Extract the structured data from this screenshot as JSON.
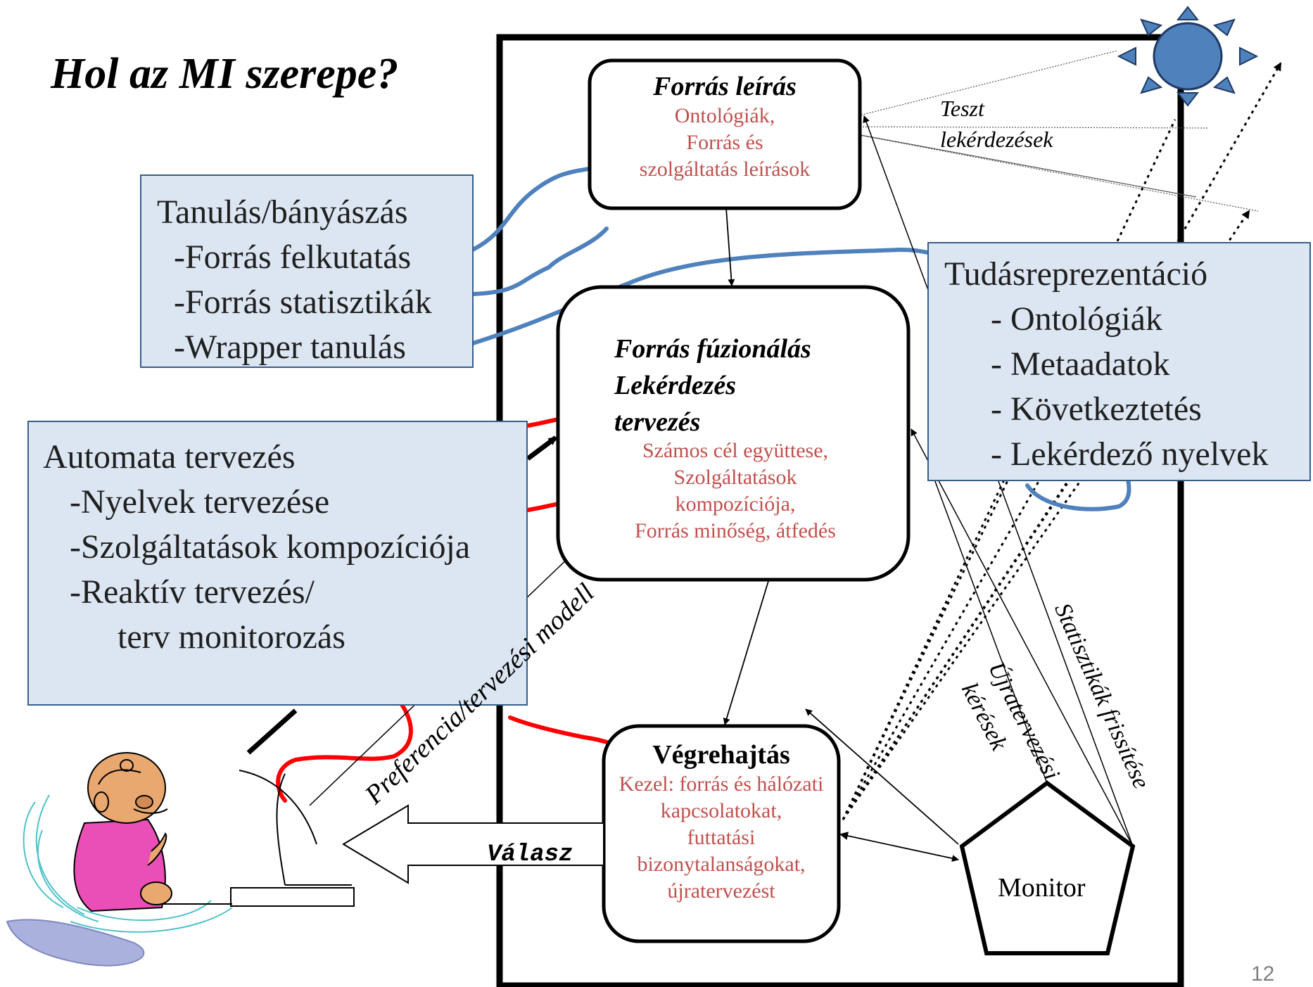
{
  "title": "Hol az MI szerepe?",
  "learning_box": {
    "lines": [
      "Tanulás/bányászás",
      "-Forrás felkutatás",
      "-Forrás statisztikák",
      "-Wrapper tanulás"
    ]
  },
  "planning_box": {
    "lines": [
      "Automata tervezés",
      "-Nyelvek tervezése",
      "-Szolgáltatások kompozíciója",
      "-Reaktív tervezés/",
      "terv monitorozás"
    ]
  },
  "knowledge_box": {
    "lines": [
      "Tudásreprezentáció",
      "- Ontológiák",
      "- Metaadatok",
      "- Következtetés",
      "- Lekérdező nyelvek"
    ]
  },
  "source_description": {
    "heading": "Forrás leírás",
    "lines": [
      "Ontológiák,",
      "Forrás és",
      "szolgáltatás leírások"
    ]
  },
  "source_fusion": {
    "heading_lines": [
      "Forrás fúzionálás",
      "Lekérdezés",
      "tervezés"
    ],
    "lines": [
      "Számos cél együttese,",
      "Szolgáltatások",
      "kompozíciója,",
      "Forrás minőség, átfedés"
    ]
  },
  "execution": {
    "heading": "Végrehajtás",
    "lines": [
      "Kezel: forrás és hálózati",
      "kapcsolatokat,",
      "futtatási",
      "bizonytalanságokat,",
      "újratervezést"
    ]
  },
  "monitor": {
    "label": "Monitor"
  },
  "labels": {
    "test_queries_1": "Teszt",
    "test_queries_2": "lekérdezések",
    "answer": "Válasz",
    "preference_model": "Preferencia/tervezési modell",
    "replanning_1": "Újratervezési",
    "replanning_2": "kérések",
    "statistics_update": "Statisztikák frissítése"
  },
  "page_number": "12",
  "colors": {
    "blue_box_fill": "#dce6f2",
    "blue_box_border": "#385d8a",
    "red_text": "#c0504d",
    "blue_curve": "#4f81bd",
    "red_curve": "#ff0000",
    "sun": "#4f81bd"
  },
  "icons": [
    "sun-icon",
    "person-at-desk-icon"
  ]
}
